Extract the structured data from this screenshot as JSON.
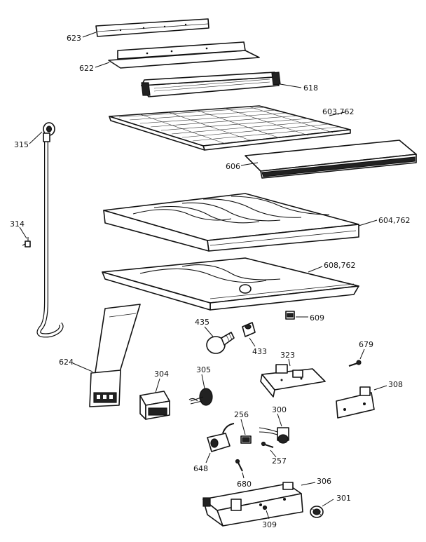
{
  "diagram": {
    "callouts": {
      "c623": "623",
      "c622": "622",
      "c618": "618",
      "c603": "603,762",
      "c606": "606",
      "c315": "315",
      "c314": "314",
      "c604": "604,762",
      "c608": "608,762",
      "c609": "609",
      "c435": "435",
      "c433": "433",
      "c679": "679",
      "c624": "624",
      "c304": "304",
      "c305": "305",
      "c323": "323",
      "c308": "308",
      "c256": "256",
      "c300": "300",
      "c648": "648",
      "c257": "257",
      "c680": "680",
      "c306": "306",
      "c301": "301",
      "c309": "309"
    },
    "colors": {
      "ink": "#111111",
      "background": "#ffffff"
    }
  }
}
